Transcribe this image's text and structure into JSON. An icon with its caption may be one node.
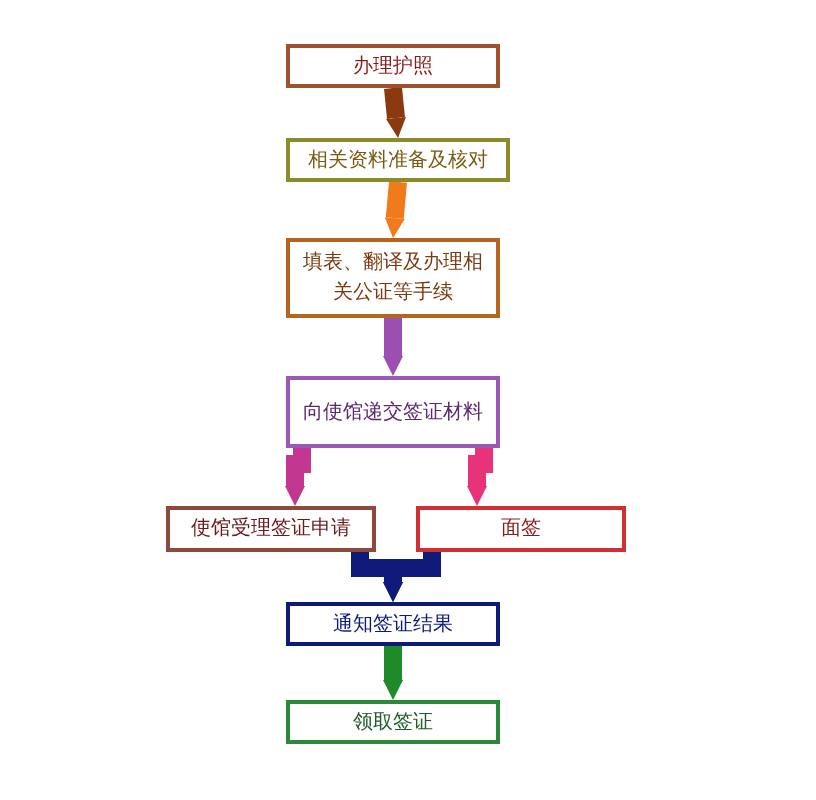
{
  "diagram": {
    "nodes": [
      {
        "text": [
          "办理护照"
        ]
      },
      {
        "text": [
          "相关资料准备及核对"
        ]
      },
      {
        "text": [
          "填表、翻译及办理相关公证等手续"
        ]
      },
      {
        "text": [
          "向使馆递交签证材料"
        ]
      },
      {
        "text": [
          "使馆受理签证申请"
        ]
      },
      {
        "text": [
          "面签"
        ]
      },
      {
        "text": [
          "通知签证结果"
        ]
      },
      {
        "text": [
          "领取签证"
        ]
      }
    ],
    "edges": [
      {
        "from": 0,
        "to": 1,
        "arrow": "to",
        "color": "#8b3a0f"
      },
      {
        "from": 1,
        "to": 2,
        "arrow": "to",
        "color": "#f07b1c"
      },
      {
        "from": 2,
        "to": 3,
        "arrow": "to",
        "color": "#9b4fb0"
      },
      {
        "from": 3,
        "to": 4,
        "arrow": "to",
        "color": "#c2378f"
      },
      {
        "from": 3,
        "to": 5,
        "arrow": "to",
        "color": "#e8337a"
      },
      {
        "from": 4,
        "to": 6,
        "arrow": "to",
        "color": "#0d1a7a"
      },
      {
        "from": 5,
        "to": 6,
        "arrow": "to",
        "color": "#0d1a7a"
      },
      {
        "from": 6,
        "to": 7,
        "arrow": "to",
        "color": "#1e8a2a"
      }
    ]
  }
}
